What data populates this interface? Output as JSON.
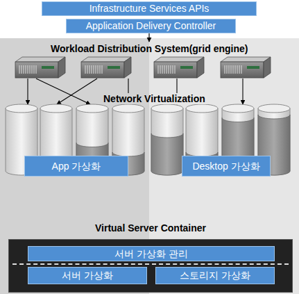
{
  "diagram": {
    "nodes": [
      {
        "text": [
          "Infrastructure Services APIs"
        ]
      },
      {
        "text": [
          "Application Delivery Controller"
        ]
      },
      {
        "text": [
          "App 가상화"
        ]
      },
      {
        "text": [
          "Desktop 가상화"
        ]
      },
      {
        "text": [
          "Virtual Server Container"
        ]
      },
      {
        "text": [
          "서버 가상화 관리"
        ],
        "in": 4
      },
      {
        "text": [
          "서버 가상화"
        ],
        "in": 4
      },
      {
        "text": [
          "스토리지 가상화"
        ],
        "in": 4
      }
    ],
    "labels": [
      "Workload Distribution System(grid engine)",
      "Network Virtualization"
    ]
  }
}
